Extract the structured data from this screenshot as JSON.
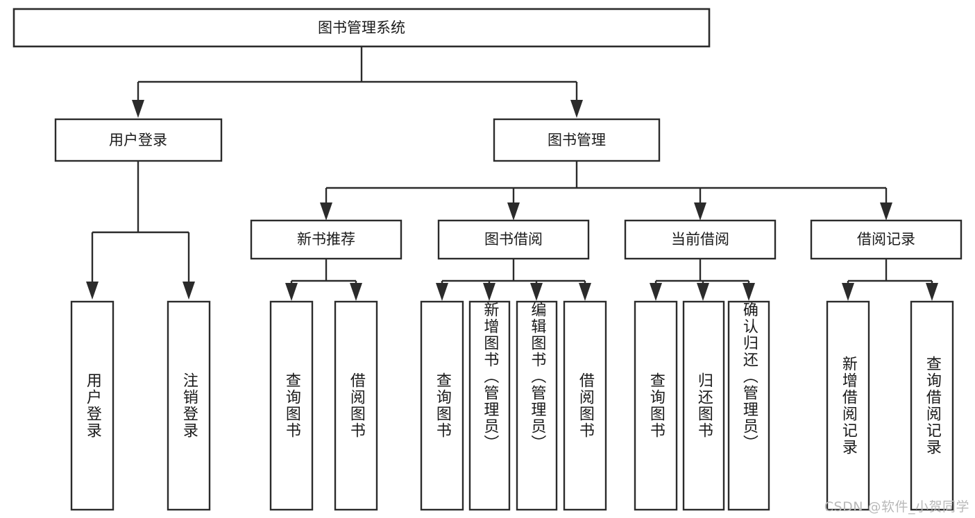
{
  "diagram": {
    "title": "图书管理系统",
    "type": "hierarchy-tree",
    "watermark": "CSDN @软件_小贺同学",
    "colors": {
      "stroke": "#2b2b2b",
      "fill": "#ffffff",
      "text": "#1a1a1a",
      "watermark": "#b9b9b9"
    },
    "root": {
      "label": "图书管理系统"
    },
    "level1": [
      {
        "label": "用户登录"
      },
      {
        "label": "图书管理"
      }
    ],
    "level2": [
      {
        "label": "新书推荐"
      },
      {
        "label": "图书借阅"
      },
      {
        "label": "当前借阅"
      },
      {
        "label": "借阅记录"
      }
    ],
    "leaves": {
      "user_login": [
        {
          "label": "用户登录"
        },
        {
          "label": "注销登录"
        }
      ],
      "new_book": [
        {
          "label": "查询图书"
        },
        {
          "label": "借阅图书"
        }
      ],
      "book_borrow": [
        {
          "label": "查询图书"
        },
        {
          "label": "新增图书（管理员）"
        },
        {
          "label": "编辑图书（管理员）"
        },
        {
          "label": "借阅图书"
        }
      ],
      "current_borrow": [
        {
          "label": "查询图书"
        },
        {
          "label": "归还图书"
        },
        {
          "label": "确认归还（管理员）"
        }
      ],
      "borrow_record": [
        {
          "label": "新增借阅记录"
        },
        {
          "label": "查询借阅记录"
        }
      ]
    }
  }
}
